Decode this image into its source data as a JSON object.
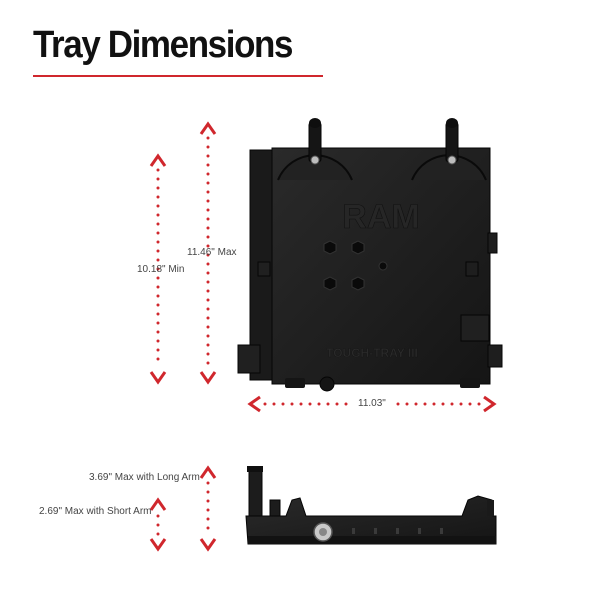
{
  "title": "Tray Dimensions",
  "colors": {
    "accent": "#d0272d",
    "tray": "#1c1c1c",
    "text": "#444444"
  },
  "top_view": {
    "max_height_label": "11.46\" Max",
    "min_height_label": "10.18\" Min",
    "width_label": "11.03\"",
    "embossed_logo": "RAM",
    "embossed_text": "TOUGH-TRAY III"
  },
  "side_view": {
    "long_arm_label": "3.69\" Max with Long Arm",
    "short_arm_label": "2.69\" Max with Short Arm"
  }
}
